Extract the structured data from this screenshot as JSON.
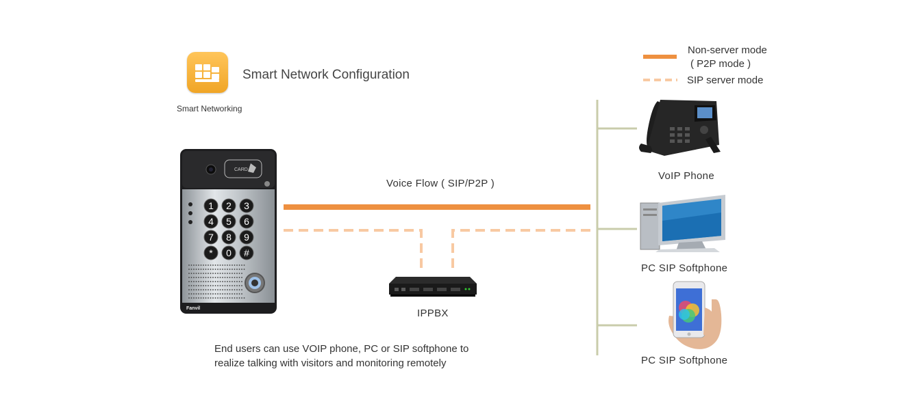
{
  "header": {
    "app_icon": "smart-networking-app-icon",
    "title": "Smart Network Configuration",
    "icon_caption": "Smart Networking"
  },
  "legend": {
    "solid": {
      "label_line1": "Non-server mode",
      "label_line2": "( P2P mode )",
      "color": "#ee9040"
    },
    "dashed": {
      "label": "SIP server mode",
      "color": "#f8c9a2"
    }
  },
  "flow": {
    "label": "Voice Flow ( SIP/P2P )"
  },
  "device": {
    "brand": "Fanvil",
    "card_label": "CARD",
    "keys": [
      "1",
      "2",
      "3",
      "4",
      "5",
      "6",
      "7",
      "8",
      "9",
      "*",
      "0",
      "#"
    ]
  },
  "ippbx": {
    "label": "IPPBX"
  },
  "endpoints": [
    {
      "label": "VoIP Phone",
      "icon": "voip-phone-icon"
    },
    {
      "label": "PC SIP Softphone",
      "icon": "desktop-pc-icon"
    },
    {
      "label": "PC SIP Softphone",
      "icon": "smartphone-icon"
    }
  ],
  "description": {
    "line1": "End users can use VOIP phone, PC or SIP softphone to",
    "line2": "realize talking with visitors and monitoring remotely"
  },
  "colors": {
    "bus": "#c9ccab",
    "solid_line": "#ee9040",
    "dashed_line": "#f8c9a2"
  }
}
